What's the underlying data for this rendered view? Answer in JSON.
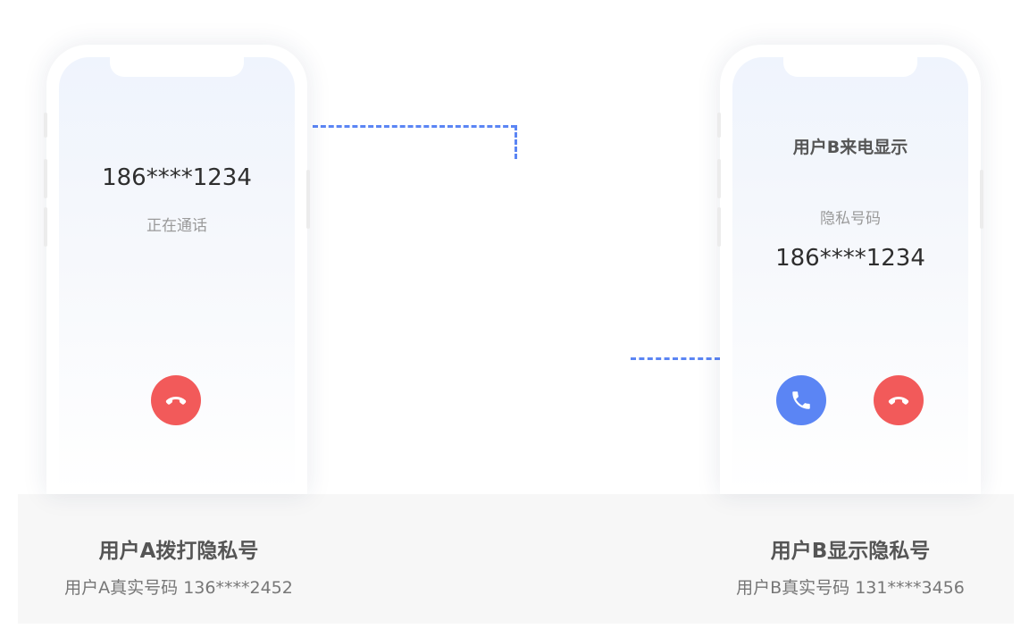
{
  "colors": {
    "accent_blue": "#5b85f4",
    "hangup_red": "#f25a5a",
    "text_dark": "#2e2e2e",
    "text_gray": "#9a9a9a",
    "base_gray": "#f7f7f7"
  },
  "phone_a": {
    "number": "186****1234",
    "status": "正在通话",
    "hangup_icon": "hangup-icon"
  },
  "phone_b": {
    "title": "用户B来电显示",
    "label": "隐私号码",
    "number": "186****1234",
    "answer_icon": "phone-answer-icon",
    "hangup_icon": "hangup-icon"
  },
  "caption_a": {
    "heading": "用户A拨打隐私号",
    "detail": "用户A真实号码  136****2452"
  },
  "caption_b": {
    "heading": "用户B显示隐私号",
    "detail": "用户B真实号码  131****3456"
  }
}
